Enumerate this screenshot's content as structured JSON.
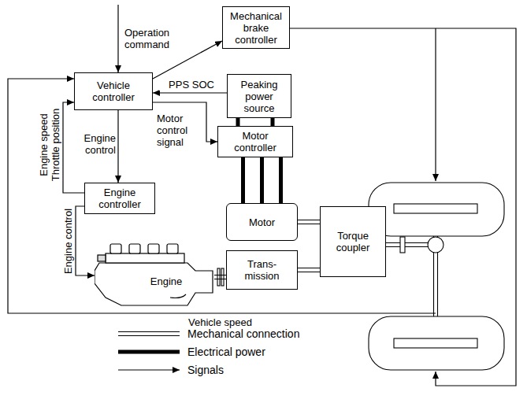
{
  "diagram": {
    "nodes": [
      {
        "text": [
          "Mechanical brake controller"
        ]
      },
      {
        "text": [
          "Vehicle controller"
        ]
      },
      {
        "text": [
          "Peaking power source"
        ]
      },
      {
        "text": [
          "Motor controller"
        ]
      },
      {
        "text": [
          "Engine controller"
        ]
      },
      {
        "text": [
          "Motor"
        ]
      },
      {
        "text": [
          "Torque coupler"
        ]
      },
      {
        "text": [
          "Engine"
        ]
      },
      {
        "text": [
          "Trans- mission"
        ]
      }
    ],
    "edges": [
      {
        "from": 1,
        "to": 0,
        "arrow": "to"
      },
      {
        "from": 2,
        "to": 1,
        "label": "PPS SOC",
        "arrow": "to"
      },
      {
        "from": 1,
        "to": 3,
        "label": "Motor control signal",
        "arrow": "to"
      },
      {
        "from": 1,
        "to": 4,
        "label": "Engine control",
        "arrow": "to"
      },
      {
        "from": 4,
        "to": 1,
        "label": "Engine speed Throttle position",
        "arrow": "to"
      },
      {
        "from": 4,
        "to": 7,
        "label": "Engine control",
        "arrow": "to"
      },
      {
        "from": 2,
        "to": 3,
        "arrow": "none"
      },
      {
        "from": 3,
        "to": 5,
        "arrow": "none"
      },
      {
        "from": 7,
        "to": 8,
        "arrow": "none"
      },
      {
        "from": 5,
        "to": 6,
        "arrow": "none"
      },
      {
        "from": 8,
        "to": 6,
        "arrow": "none"
      }
    ],
    "labels": [
      "Operation command",
      "Vehicle speed"
    ],
    "legend": [
      {
        "text": "Mechanical connection"
      },
      {
        "text": "Electrical power"
      },
      {
        "text": "Signals"
      }
    ]
  }
}
